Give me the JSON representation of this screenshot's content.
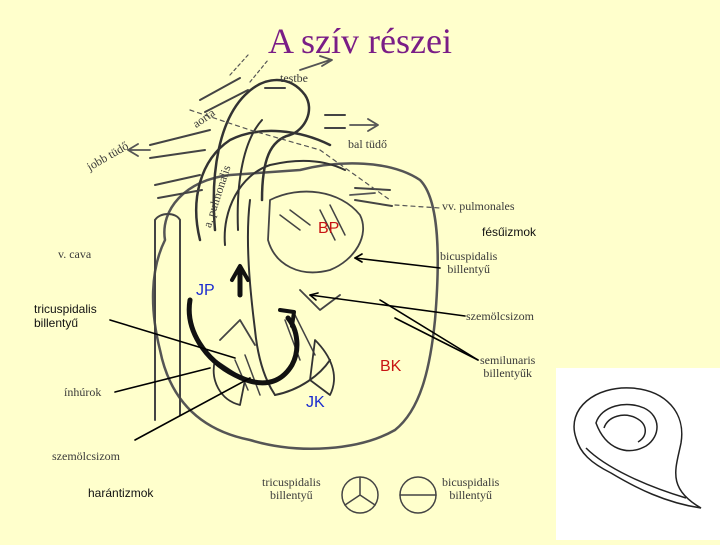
{
  "title": "A szív részei",
  "callouts": {
    "bp": "BP",
    "jp": "JP",
    "bk": "BK",
    "jk": "JK",
    "fesuizmok": "fésűizmok",
    "tricuspidalis_line1": "tricuspidalis",
    "tricuspidalis_line2": "billentyű",
    "harantizmok": "harántizmok"
  },
  "scan_labels": {
    "testbe": "testbe",
    "aorta": "aorta",
    "jobb_tudo": "jobb tüdő",
    "bal_tudo": "bal tüdő",
    "a_pulmonalis": "a. pulmonalis",
    "vv_pulmonales": "vv. pulmonales",
    "v_cava": "v. cava",
    "bicuspidalis_line1": "bicuspidalis",
    "bicuspidalis_line2": "billentyű",
    "szemolcsizom_right": "szemölcsizom",
    "semilunaris_line1": "semilunaris",
    "semilunaris_line2": "billentyűk",
    "inhurok": "ínhúrok",
    "szemolcsizom_bottom": "szemölcsizom",
    "tricuspidalis_bottom_line1": "tricuspidalis",
    "tricuspidalis_bottom_line2": "billentyű",
    "bicuspidalis_bottom_line1": "bicuspidalis",
    "bicuspidalis_bottom_line2": "billentyű"
  },
  "colors": {
    "background": "#ffffcc",
    "title": "#7a1d86",
    "callout_blue": "#1a2bd0",
    "callout_red": "#c81414"
  }
}
